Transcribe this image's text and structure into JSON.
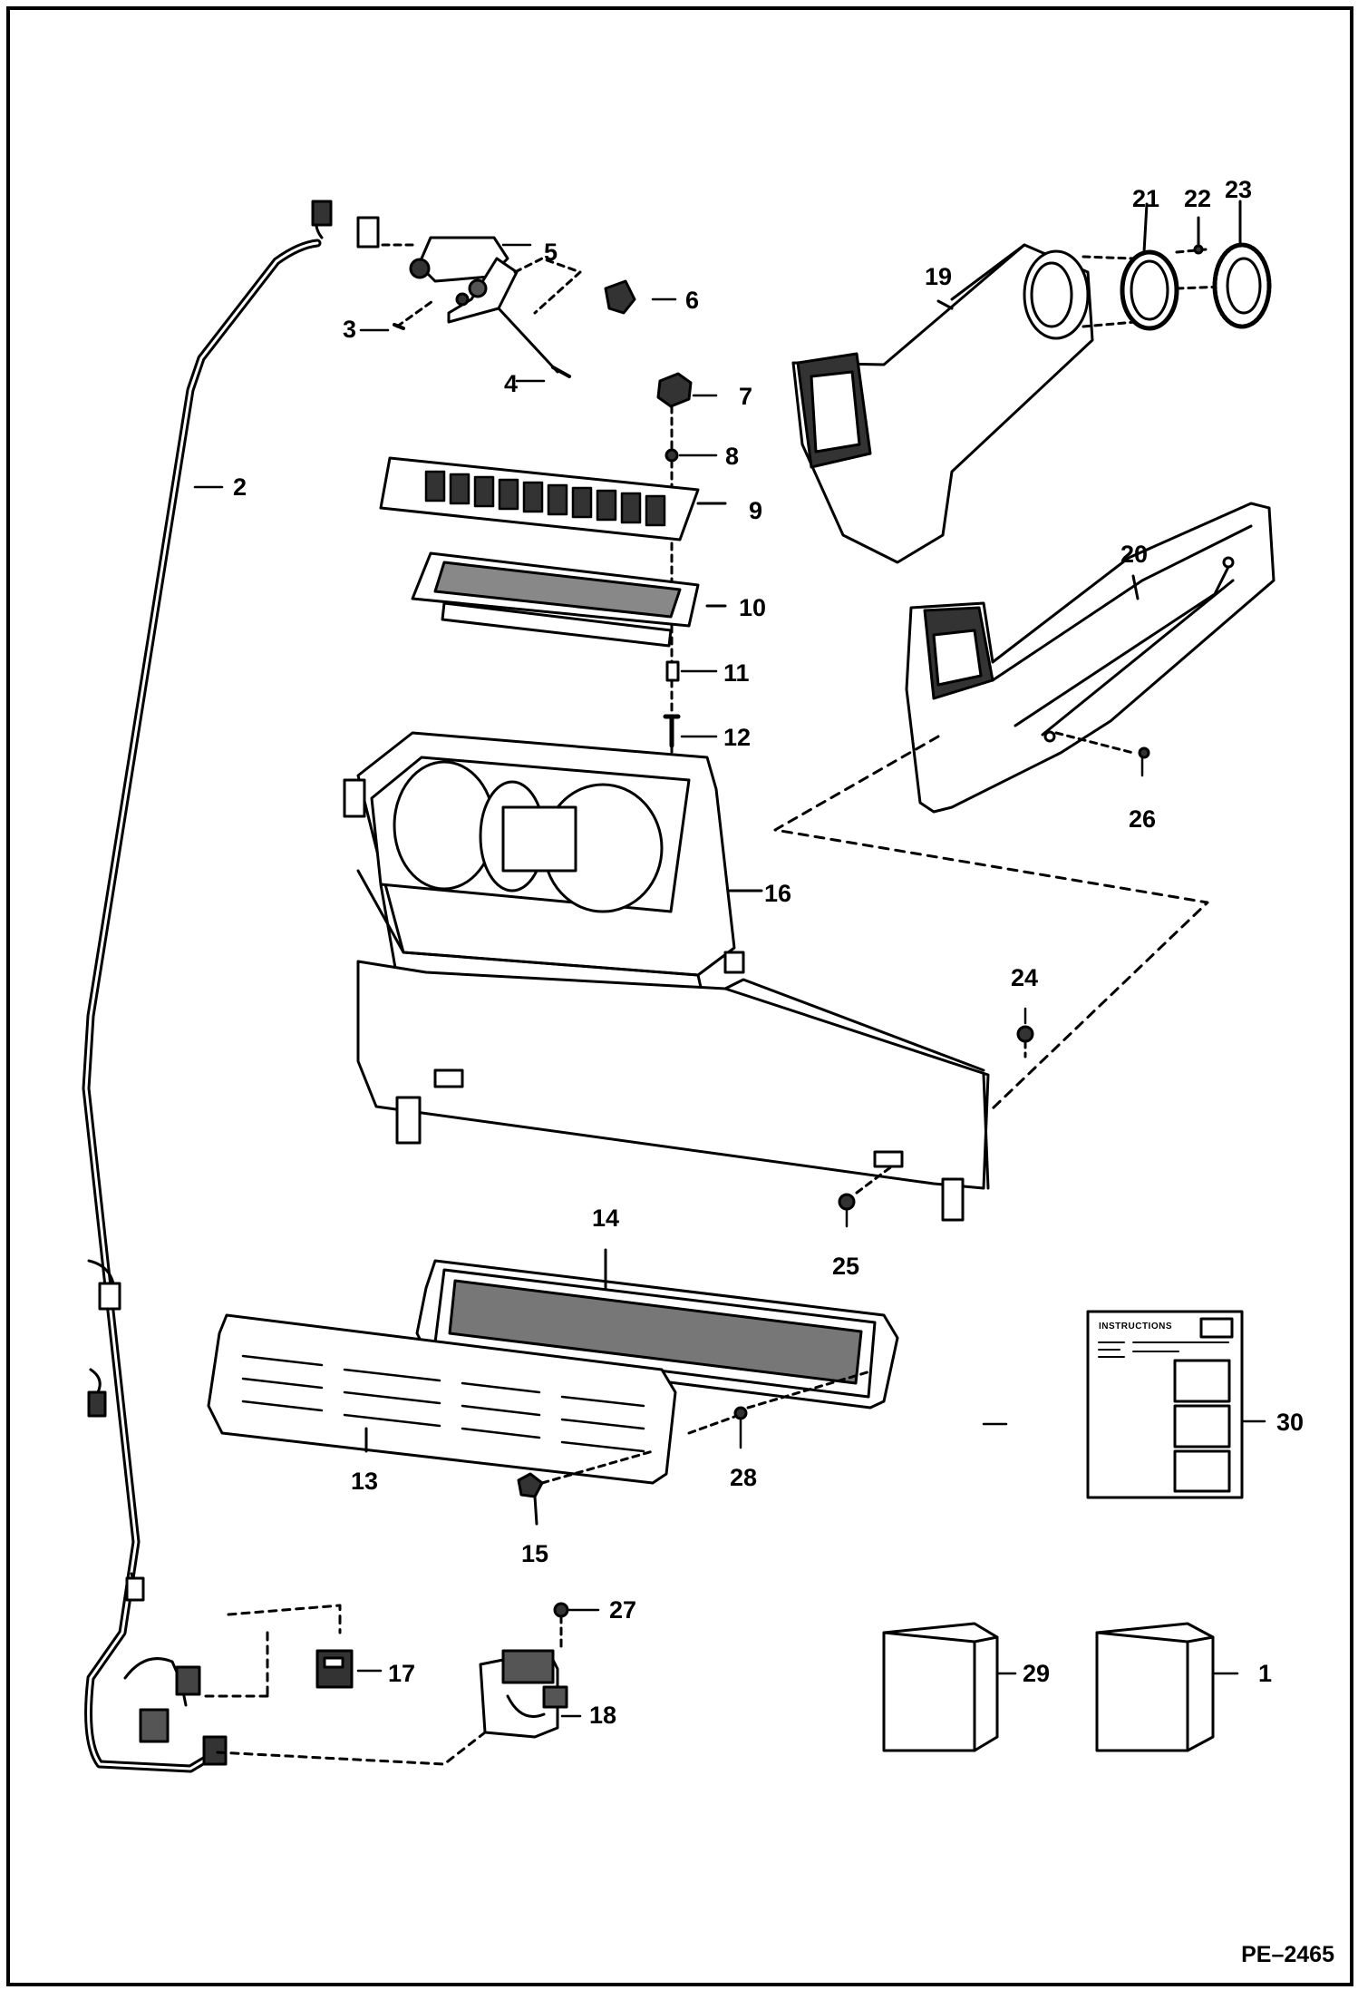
{
  "diagram": {
    "doc_id": "PE–2465",
    "instructions_heading": "INSTRUCTIONS",
    "callouts": [
      "1",
      "2",
      "3",
      "4",
      "5",
      "6",
      "7",
      "8",
      "9",
      "10",
      "11",
      "12",
      "13",
      "14",
      "15",
      "16",
      "17",
      "18",
      "19",
      "20",
      "21",
      "22",
      "23",
      "24",
      "25",
      "26",
      "27",
      "28",
      "29",
      "30"
    ]
  }
}
